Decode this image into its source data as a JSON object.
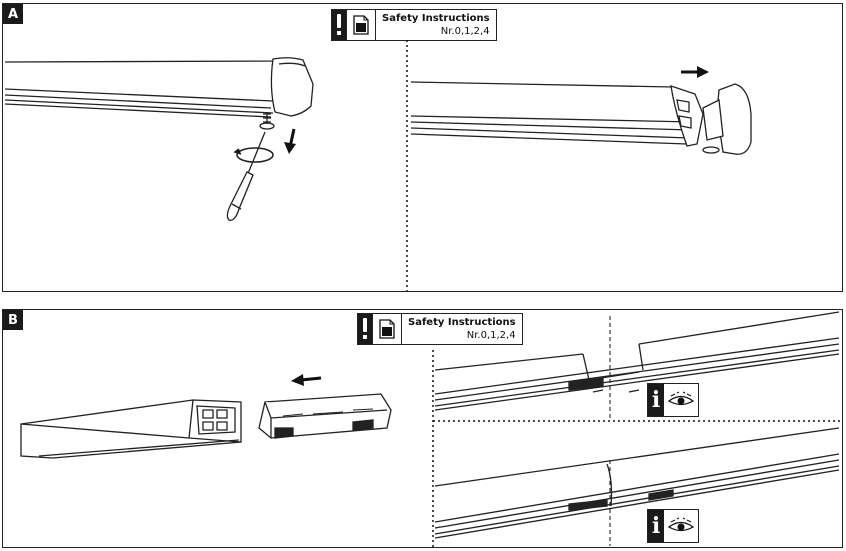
{
  "panel_a": {
    "label": "A",
    "safety": {
      "title": "Safety Instructions",
      "numbers": "Nr.0,1,2,4"
    },
    "icons": [
      "warning-icon",
      "document-icon"
    ]
  },
  "panel_b": {
    "label": "B",
    "safety": {
      "title": "Safety Instructions",
      "numbers": "Nr.0,1,2,4"
    },
    "icons": [
      "warning-icon",
      "document-icon",
      "info-icon",
      "eye-icon"
    ]
  }
}
